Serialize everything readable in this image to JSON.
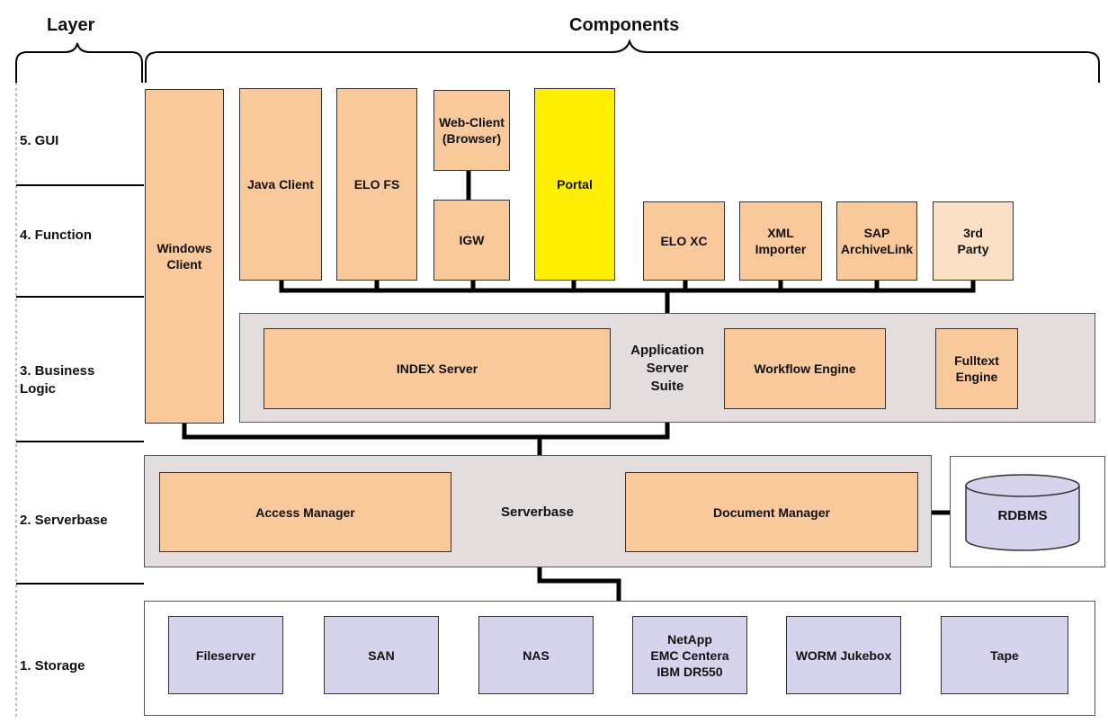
{
  "headers": {
    "layer": "Layer",
    "components": "Components"
  },
  "layers": [
    "5. GUI",
    "4. Function",
    "3. Business\nLogic",
    "2. Serverbase",
    "1. Storage"
  ],
  "gui": {
    "windows_client": "Windows\nClient",
    "java_client": "Java Client",
    "elo_fs": "ELO FS",
    "web_client": "Web-Client\n(Browser)",
    "igw": "IGW",
    "portal": "Portal"
  },
  "function": {
    "elo_xc": "ELO XC",
    "xml_importer": "XML\nImporter",
    "sap_archivelink": "SAP\nArchiveLink",
    "third_party": "3rd\nParty"
  },
  "business_logic": {
    "suite_label": "Application\nServer\nSuite",
    "index_server": "INDEX Server",
    "workflow_engine": "Workflow Engine",
    "fulltext_engine": "Fulltext\nEngine"
  },
  "serverbase": {
    "label": "Serverbase",
    "access_manager": "Access Manager",
    "document_manager": "Document Manager",
    "rdbms": "RDBMS"
  },
  "storage": {
    "fileserver": "Fileserver",
    "san": "SAN",
    "nas": "NAS",
    "netapp": "NetApp\nEMC Centera\nIBM DR550",
    "worm": "WORM Jukebox",
    "tape": "Tape"
  },
  "colors": {
    "component": "#f9c99c",
    "third_party": "#fbe0c6",
    "portal": "#ffef00",
    "storage": "#d6d3ec",
    "container": "#e3dedd"
  }
}
